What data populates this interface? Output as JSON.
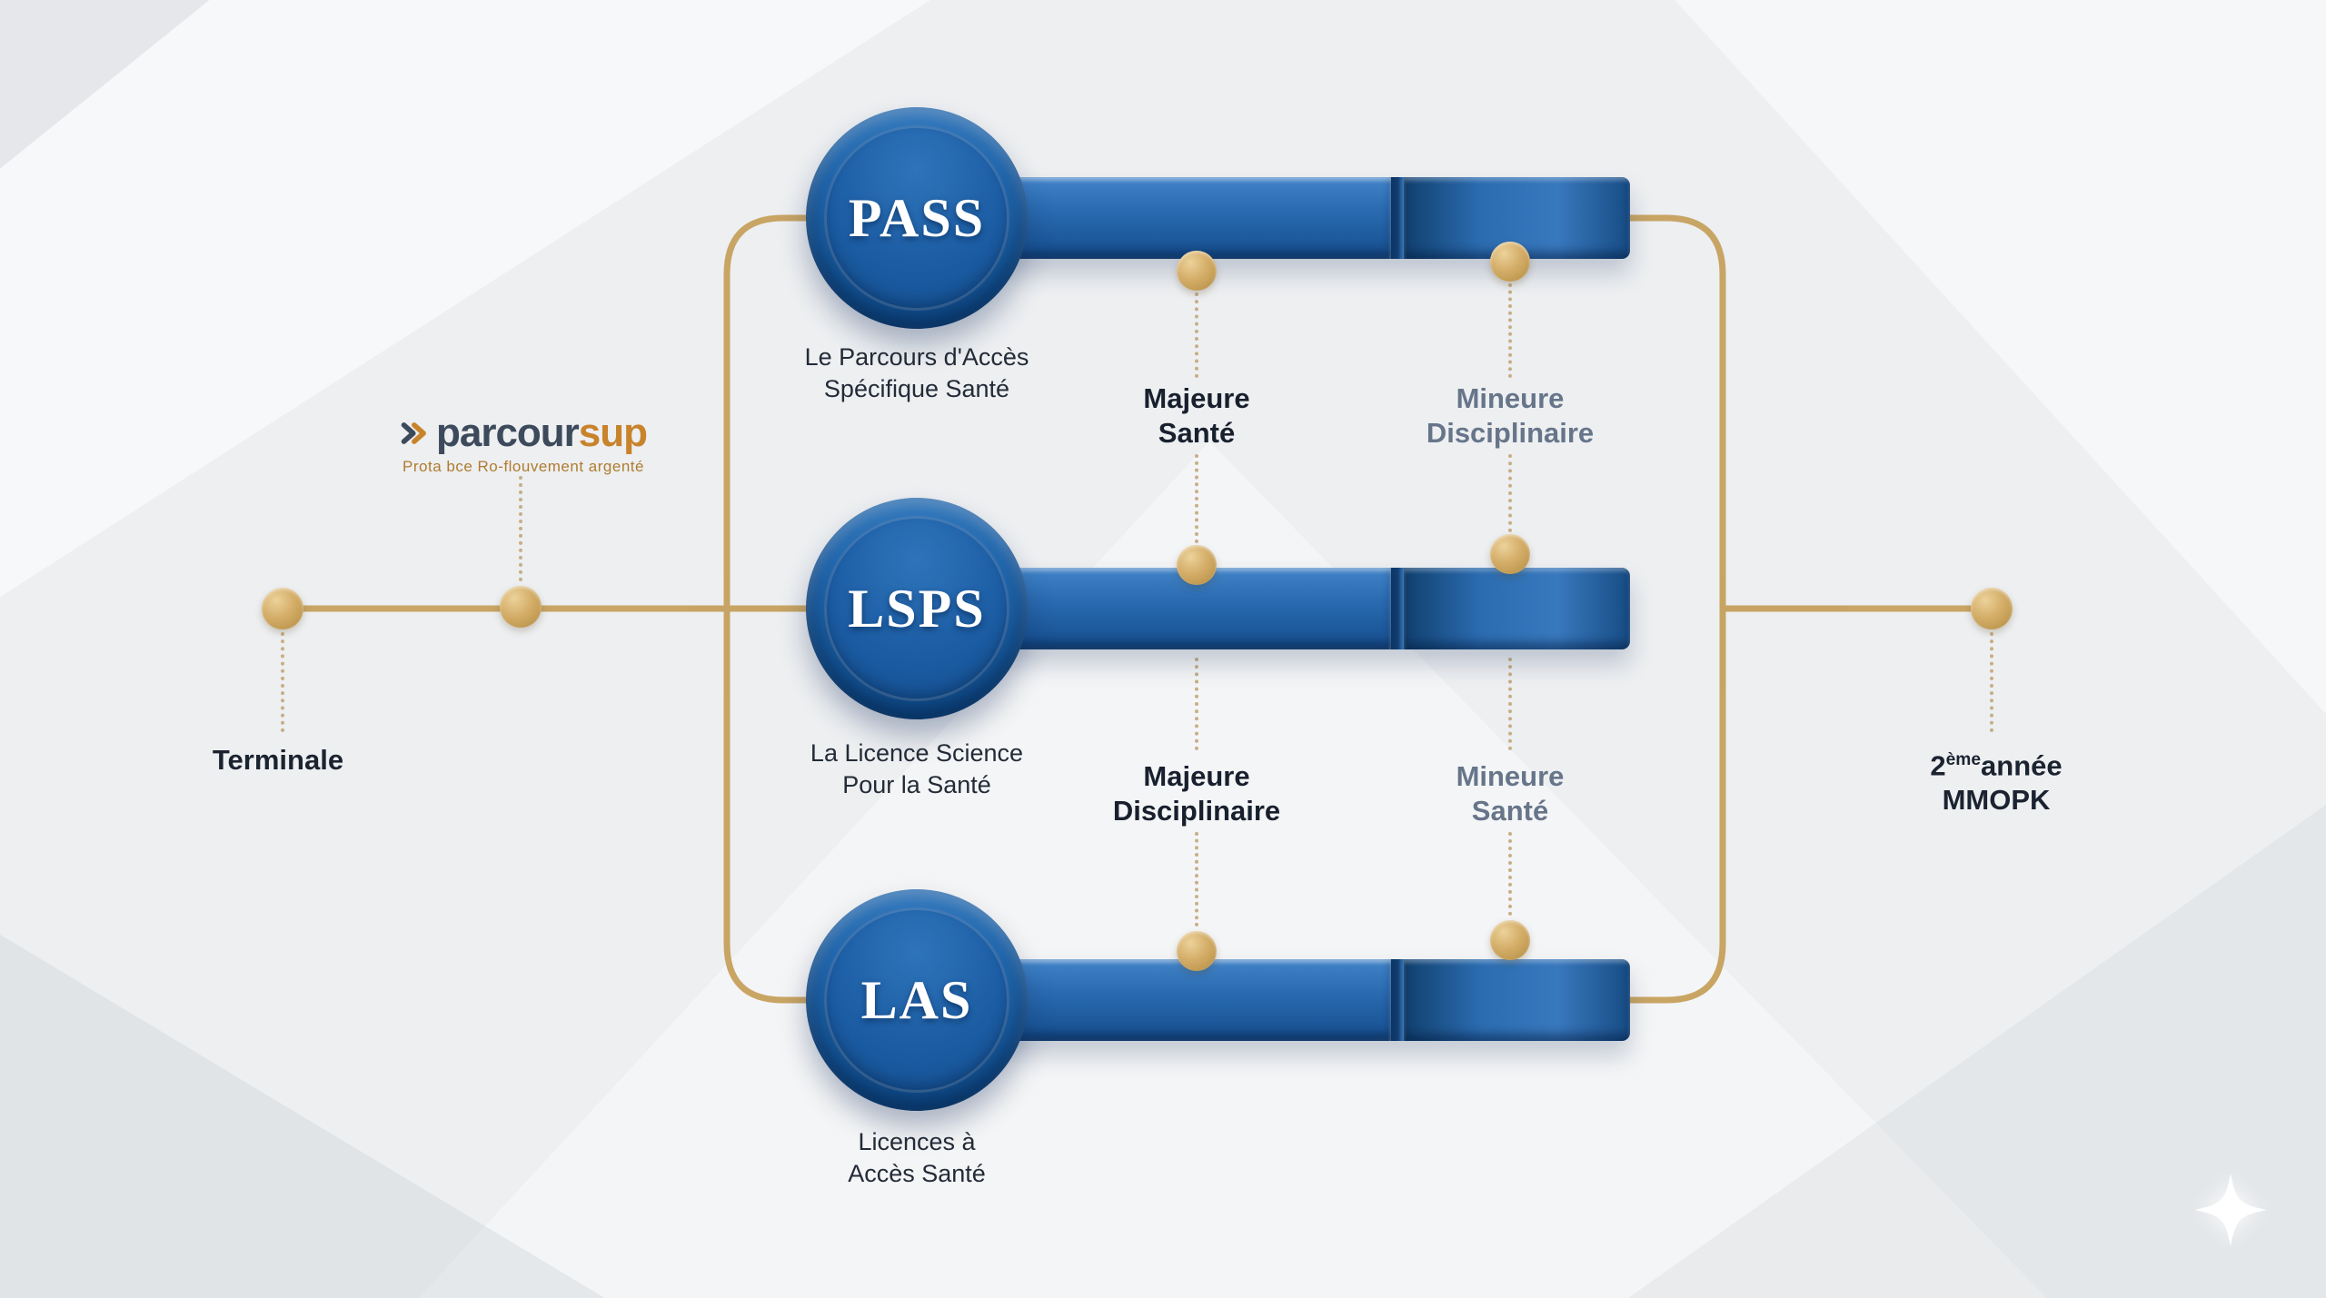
{
  "colors": {
    "gold": "#c6a05c",
    "badge_blue": "#1c5da4",
    "bar_blue": "#2b6cb2",
    "text_dark": "#18202e",
    "text_muted": "#67758a",
    "brand_dark": "#3d4a5c",
    "brand_orange": "#c8832b"
  },
  "left": {
    "terminale_label": "Terminale"
  },
  "parcoursup": {
    "brand_prefix": "parcour",
    "brand_suffix": "sup",
    "tagline": "Prota bce Ro-flouvement argenté"
  },
  "rows": [
    {
      "badge": "PASS",
      "subtitle_line1": "Le Parcours d'Accès",
      "subtitle_line2": "Spécifique Santé"
    },
    {
      "badge": "LSPS",
      "subtitle_line1": "La Licence Science",
      "subtitle_line2": "Pour la Santé"
    },
    {
      "badge": "LAS",
      "subtitle_line1": "Licences à",
      "subtitle_line2": "Accès Santé"
    }
  ],
  "labels": {
    "row1_col1_line1": "Majeure",
    "row1_col1_line2": "Santé",
    "row1_col2_line1": "Mineure",
    "row1_col2_line2": "Disciplinaire",
    "row2_col1_line1": "Majeure",
    "row2_col1_line2": "Disciplinaire",
    "row2_col2_line1": "Mineure",
    "row2_col2_line2": "Santé"
  },
  "right": {
    "num": "2",
    "sup": "ème",
    "rest": "année",
    "line2": "MMOPK"
  }
}
